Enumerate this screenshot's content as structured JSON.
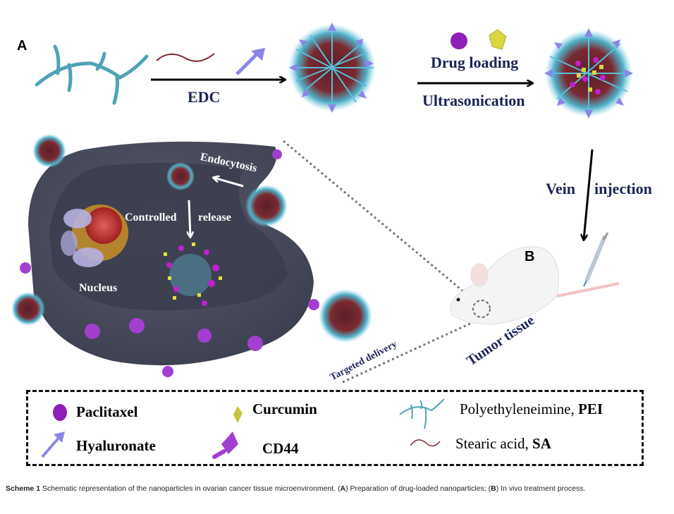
{
  "figure": {
    "panel_a_label": "A",
    "panel_b_label": "B",
    "steps": {
      "edc": "EDC",
      "drug_loading": "Drug loading",
      "ultrasonication": "Ultrasonication",
      "vein": "Vein",
      "injection": "injection",
      "endocytosis": "Endocytosis",
      "controlled": "Controlled",
      "release": "release",
      "nucleus": "Nucleus",
      "targeted_delivery": "Targeted delivery",
      "tumor_tissue": "Tumor tissue"
    },
    "colors": {
      "navy_text": "#1b2557",
      "cell": "#4a4d5e",
      "pei": "#4fa3b5",
      "sa": "#7a2a2f",
      "hyaluronate": "#8a86e8",
      "paclitaxel": "#8e1fb8",
      "curcumin": "#d9d63f",
      "cd44": "#a23fd0"
    }
  },
  "legend": {
    "items": [
      {
        "icon": "paclitaxel-icon",
        "label": "Paclitaxel"
      },
      {
        "icon": "curcumin-icon",
        "label": "Curcumin"
      },
      {
        "icon": "pei-icon",
        "label": "Polyethyleneimine, ",
        "label_bold": "PEI"
      },
      {
        "icon": "hyaluronate-icon",
        "label": "Hyaluronate"
      },
      {
        "icon": "cd44-icon",
        "label": "CD44"
      },
      {
        "icon": "stearic-acid-icon",
        "label": "Stearic acid, ",
        "label_bold": "SA"
      }
    ]
  },
  "caption": {
    "lead": "Scheme 1",
    "text1": " Schematic representation of the nanoparticles in ovarian cancer tissue microenvironment. (",
    "a": "A",
    "text2": ") Preparation of drug-loaded nanoparticles; (",
    "b": "B",
    "text3": ") In vivo treatment process."
  }
}
